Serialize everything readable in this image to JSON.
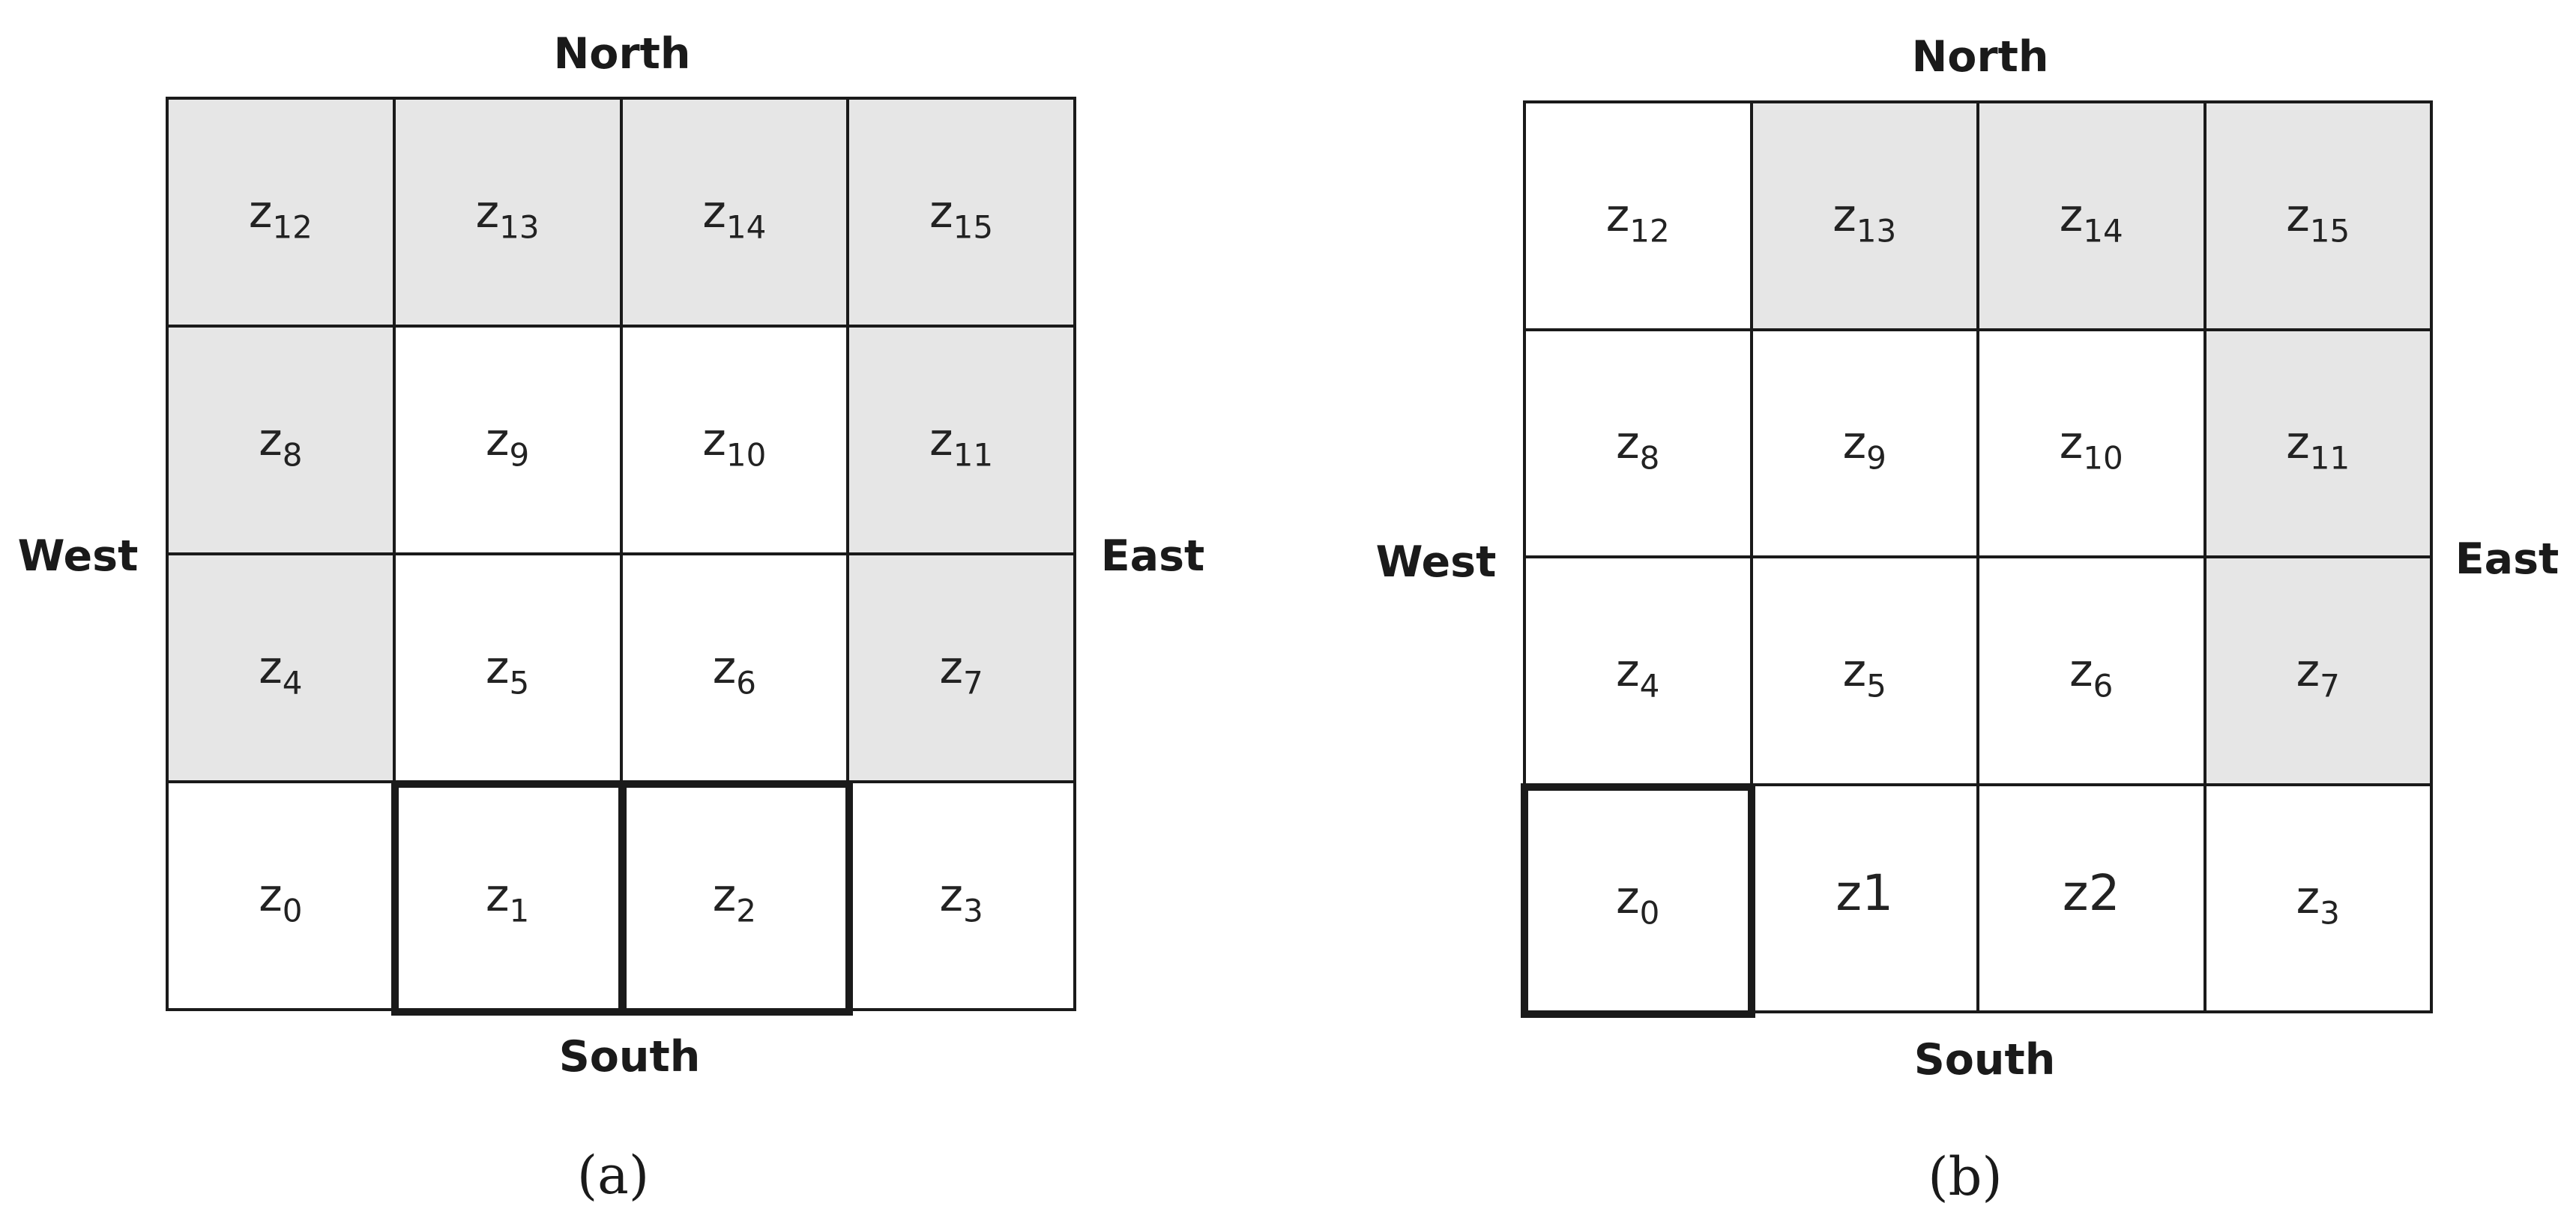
{
  "panels": [
    {
      "caption": "(a)",
      "directions": {
        "north": "North",
        "south": "South",
        "west": "West",
        "east": "East"
      },
      "cells": [
        {
          "base": "z",
          "sub": "12",
          "shaded": true
        },
        {
          "base": "z",
          "sub": "13",
          "shaded": true
        },
        {
          "base": "z",
          "sub": "14",
          "shaded": true
        },
        {
          "base": "z",
          "sub": "15",
          "shaded": true
        },
        {
          "base": "z",
          "sub": "8",
          "shaded": true
        },
        {
          "base": "z",
          "sub": "9",
          "shaded": false
        },
        {
          "base": "z",
          "sub": "10",
          "shaded": false
        },
        {
          "base": "z",
          "sub": "11",
          "shaded": true
        },
        {
          "base": "z",
          "sub": "4",
          "shaded": true
        },
        {
          "base": "z",
          "sub": "5",
          "shaded": false
        },
        {
          "base": "z",
          "sub": "6",
          "shaded": false
        },
        {
          "base": "z",
          "sub": "7",
          "shaded": true
        },
        {
          "base": "z",
          "sub": "0",
          "shaded": false
        },
        {
          "base": "z",
          "sub": "1",
          "shaded": false,
          "highlighted": true
        },
        {
          "base": "z",
          "sub": "2",
          "shaded": false,
          "highlighted": true
        },
        {
          "base": "z",
          "sub": "3",
          "shaded": false
        }
      ]
    },
    {
      "caption": "(b)",
      "directions": {
        "north": "North",
        "south": "South",
        "west": "West",
        "east": "East"
      },
      "cells": [
        {
          "base": "z",
          "sub": "12",
          "shaded": false
        },
        {
          "base": "z",
          "sub": "13",
          "shaded": true
        },
        {
          "base": "z",
          "sub": "14",
          "shaded": true
        },
        {
          "base": "z",
          "sub": "15",
          "shaded": true
        },
        {
          "base": "z",
          "sub": "8",
          "shaded": false
        },
        {
          "base": "z",
          "sub": "9",
          "shaded": false
        },
        {
          "base": "z",
          "sub": "10",
          "shaded": false
        },
        {
          "base": "z",
          "sub": "11",
          "shaded": true
        },
        {
          "base": "z",
          "sub": "4",
          "shaded": false
        },
        {
          "base": "z",
          "sub": "5",
          "shaded": false
        },
        {
          "base": "z",
          "sub": "6",
          "shaded": false
        },
        {
          "base": "z",
          "sub": "7",
          "shaded": true
        },
        {
          "base": "z",
          "sub": "0",
          "shaded": false,
          "highlighted": true
        },
        {
          "plain": "z1",
          "shaded": false
        },
        {
          "plain": "z2",
          "shaded": false
        },
        {
          "base": "z",
          "sub": "3",
          "shaded": false
        }
      ]
    }
  ],
  "colors": {
    "shaded": "#e6e6e6",
    "grid_line": "#1a1a1a",
    "background": "#ffffff"
  }
}
